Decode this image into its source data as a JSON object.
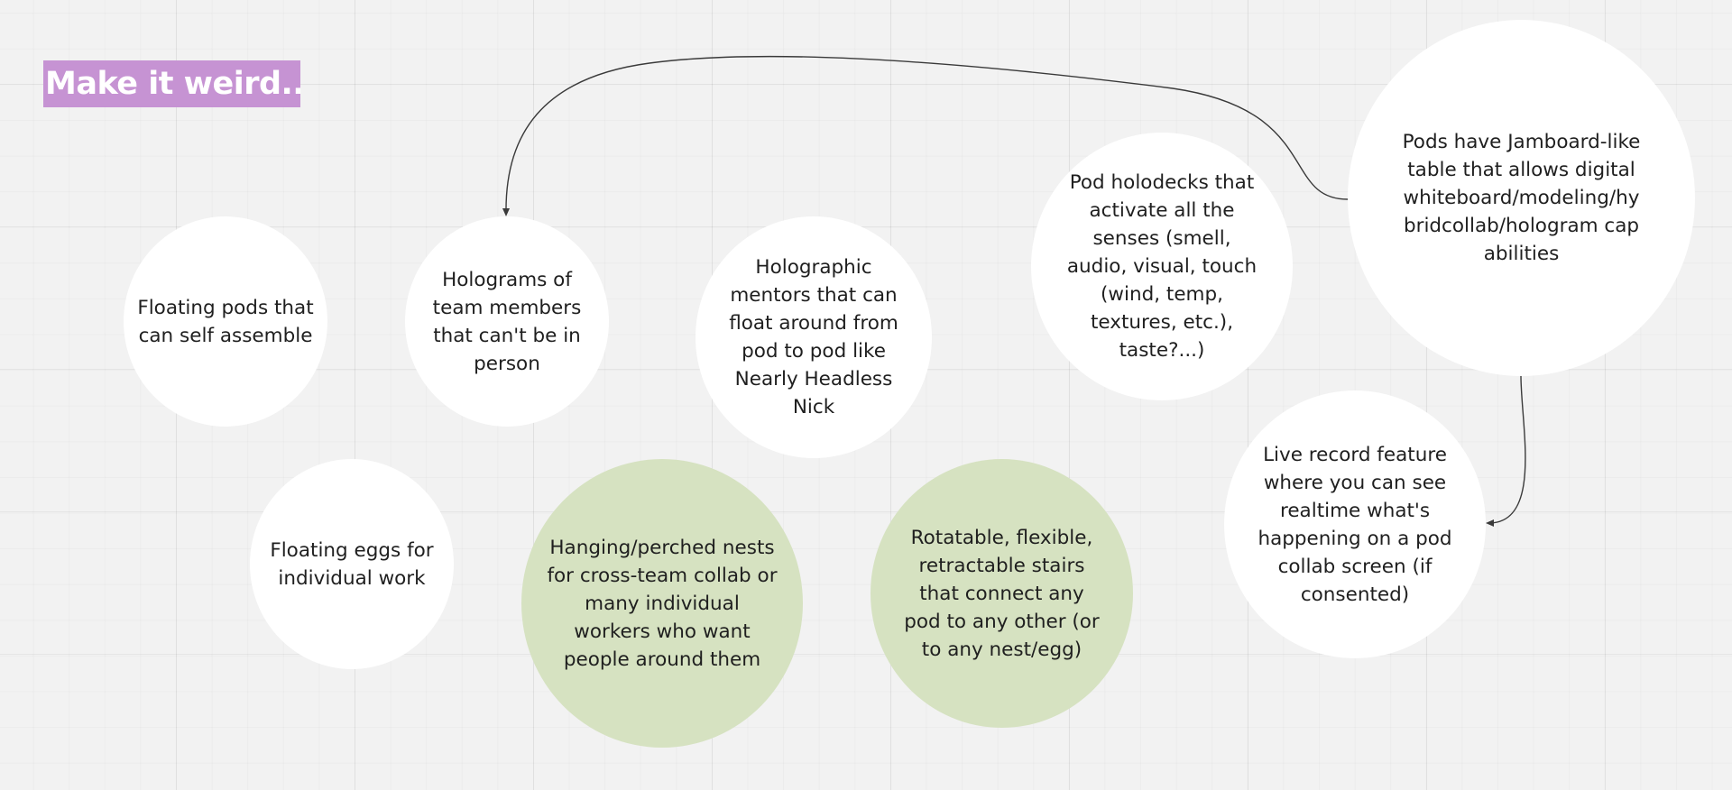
{
  "board": {
    "title": "Make it weird...",
    "title_color": "#c693d3",
    "white_note_color": "#ffffff",
    "green_note_color": "#d6e2c1",
    "stickies": [
      {
        "id": "floating-pods",
        "text": "Floating pods that can self assemble",
        "color": "white"
      },
      {
        "id": "holograms-team",
        "text": "Holograms of team members that can't be in person",
        "color": "white"
      },
      {
        "id": "holographic-mentors",
        "text": "Holographic mentors that can float around from pod to pod like Nearly Headless Nick",
        "color": "white"
      },
      {
        "id": "pod-holodecks",
        "text": "Pod holodecks that activate all the senses (smell, audio, visual, touch (wind, temp, textures, etc.), taste?...)",
        "color": "white"
      },
      {
        "id": "jamboard-table",
        "text": "Pods have Jamboard-like table that allows digital whiteboard/modeling/hybridcollab/hologram capabilities",
        "color": "white"
      },
      {
        "id": "floating-eggs",
        "text": "Floating eggs for individual work",
        "color": "white"
      },
      {
        "id": "hanging-nests",
        "text": "Hanging/perched nests for cross-team collab or many individual workers who want people around them",
        "color": "green"
      },
      {
        "id": "rotatable-stairs",
        "text": "Rotatable, flexible, retractable stairs that connect any pod to any other (or to any nest/egg)",
        "color": "green"
      },
      {
        "id": "live-record",
        "text": "Live record feature where you can see realtime what's happening on a pod collab screen (if consented)",
        "color": "white"
      }
    ],
    "connectors": [
      {
        "from": "jamboard-table",
        "to": "holograms-team"
      },
      {
        "from": "jamboard-table",
        "to": "live-record"
      }
    ]
  }
}
